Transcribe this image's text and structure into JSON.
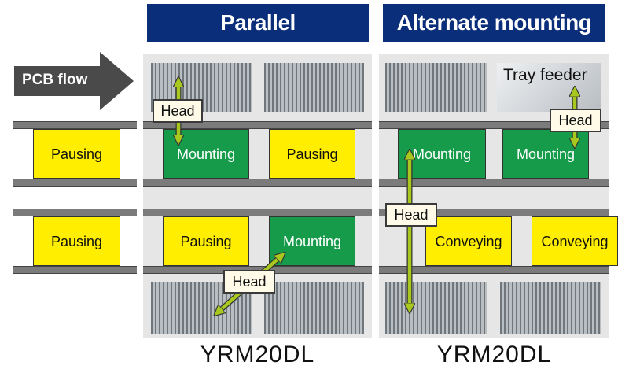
{
  "sections": {
    "parallel": {
      "title": "Parallel implementation",
      "model": "YRM20DL"
    },
    "alternate": {
      "title": "Alternate mounting",
      "model": "YRM20DL"
    }
  },
  "pcb_flow": {
    "label": "PCB flow"
  },
  "tray_feeder": {
    "label": "Tray feeder"
  },
  "lanes": {
    "upper": {
      "entry": "Pausing",
      "parallel": [
        "Mounting",
        "Pausing"
      ],
      "alternate": [
        "Mounting",
        "Mounting"
      ]
    },
    "lower": {
      "entry": "Pausing",
      "parallel": [
        "Pausing",
        "Mounting"
      ],
      "alternate": [
        "Conveying",
        "Conveying"
      ]
    }
  },
  "heads": {
    "parallel_upper": "Head",
    "parallel_lower": "Head",
    "alternate_tray": "Head",
    "alternate_vertical": "Head"
  },
  "colors": {
    "title_bg": "#0b2e7a",
    "mounting": "#169b4a",
    "pausing": "#ffee00",
    "arrow": "#a8c820",
    "flow_arrow": "#4a4a4a"
  }
}
